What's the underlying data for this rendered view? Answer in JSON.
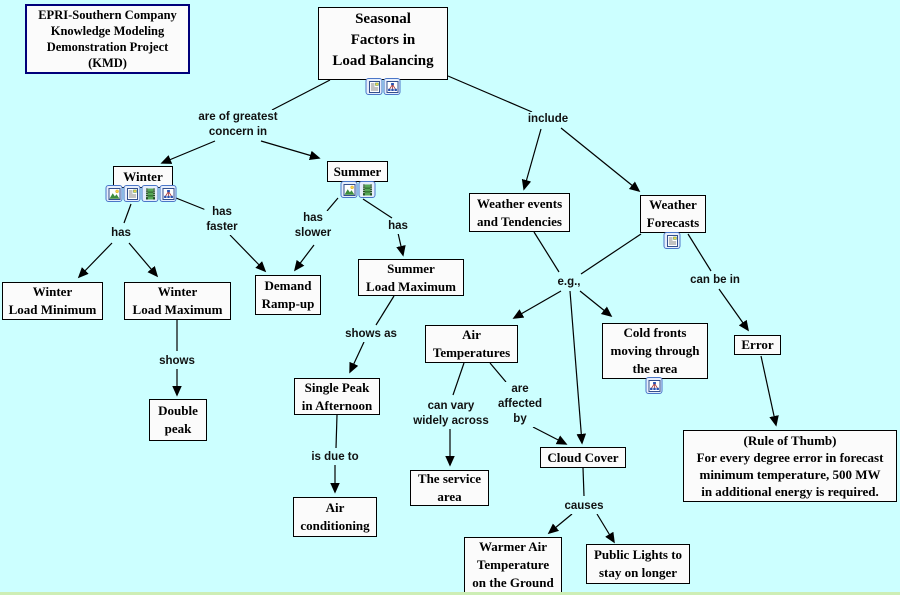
{
  "background_color": "#ccffff",
  "bottom_strip_color": "#cdeeb5",
  "project_box": {
    "text": "EPRI-Southern Company\nKnowledge Modeling\nDemonstration Project\n(KMD)",
    "border_color": "#00007a"
  },
  "nodes": {
    "root": {
      "label": "Seasonal\nFactors in\nLoad Balancing",
      "icons": [
        "document-icon",
        "cmap-icon"
      ]
    },
    "winter": {
      "label": "Winter",
      "icons": [
        "image-icon",
        "document-icon",
        "video-icon",
        "cmap-icon"
      ]
    },
    "summer": {
      "label": "Summer",
      "icons": [
        "image-icon",
        "video-icon"
      ]
    },
    "weather_events": {
      "label": "Weather events\nand Tendencies",
      "icons": []
    },
    "weather_forecasts": {
      "label": "Weather\nForecasts",
      "icons": [
        "document-icon"
      ]
    },
    "winter_load_minimum": {
      "label": "Winter\nLoad Minimum",
      "icons": []
    },
    "winter_load_maximum": {
      "label": "Winter\nLoad Maximum",
      "icons": []
    },
    "demand_ramp_up": {
      "label": "Demand\nRamp-up",
      "icons": []
    },
    "summer_load_maximum": {
      "label": "Summer\nLoad Maximum",
      "icons": []
    },
    "double_peak": {
      "label": "Double\npeak",
      "icons": []
    },
    "single_peak": {
      "label": "Single Peak\nin Afternoon",
      "icons": []
    },
    "air_conditioning": {
      "label": "Air\nconditioning",
      "icons": []
    },
    "air_temperatures": {
      "label": "Air\nTemperatures",
      "icons": []
    },
    "service_area": {
      "label": "The service\narea",
      "icons": []
    },
    "cold_fronts": {
      "label": "Cold fronts\nmoving through\nthe area",
      "icons": [
        "cmap-icon"
      ]
    },
    "error": {
      "label": "Error",
      "icons": []
    },
    "cloud_cover": {
      "label": "Cloud Cover",
      "icons": []
    },
    "warmer_air": {
      "label": "Warmer Air\nTemperature\non the Ground",
      "icons": []
    },
    "public_lights": {
      "label": "Public Lights to\nstay on longer",
      "icons": []
    },
    "rule_of_thumb": {
      "label": "(Rule of Thumb)\nFor every degree error in forecast\nminimum temperature, 500 MW\nin additional energy is required.",
      "icons": []
    }
  },
  "links": {
    "are_of_greatest": {
      "label": "are of greatest\nconcern in"
    },
    "include": {
      "label": "include"
    },
    "has_winter": {
      "label": "has"
    },
    "has_faster": {
      "label": "has\nfaster"
    },
    "has_slower": {
      "label": "has\nslower"
    },
    "has_summer": {
      "label": "has"
    },
    "shows": {
      "label": "shows"
    },
    "shows_as": {
      "label": "shows as"
    },
    "is_due_to": {
      "label": "is due to"
    },
    "can_vary": {
      "label": "can vary\nwidely across"
    },
    "are_affected": {
      "label": "are\naffected\nby"
    },
    "eg": {
      "label": "e.g.,"
    },
    "can_be_in": {
      "label": "can be in"
    },
    "causes": {
      "label": "causes"
    }
  }
}
